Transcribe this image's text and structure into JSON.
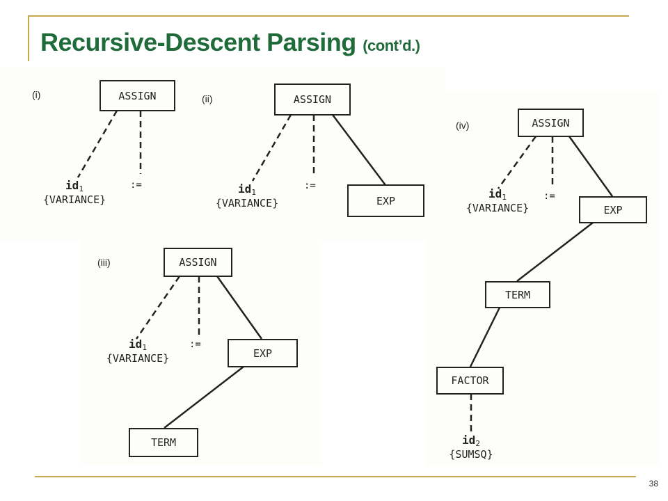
{
  "slide": {
    "title_main": "Recursive-Descent Parsing",
    "title_sub": "(cont’d.)",
    "page_number": "38",
    "accent_color": "#c8a951",
    "title_color": "#1f6b3a"
  },
  "diagram": {
    "nodes": {
      "assign": "ASSIGN",
      "exp": "EXP",
      "term": "TERM",
      "factor": "FACTOR"
    },
    "id1": {
      "name": "id",
      "sub": "1",
      "value": "{VARIANCE}"
    },
    "id2": {
      "name": "id",
      "sub": "2",
      "value": "{SUMSQ}"
    },
    "assign_op": ":=",
    "panels": {
      "i": {
        "label": "(i)"
      },
      "ii": {
        "label": "(ii)"
      },
      "iii": {
        "label": "(iii)"
      },
      "iv": {
        "label": "(iv)"
      }
    }
  }
}
